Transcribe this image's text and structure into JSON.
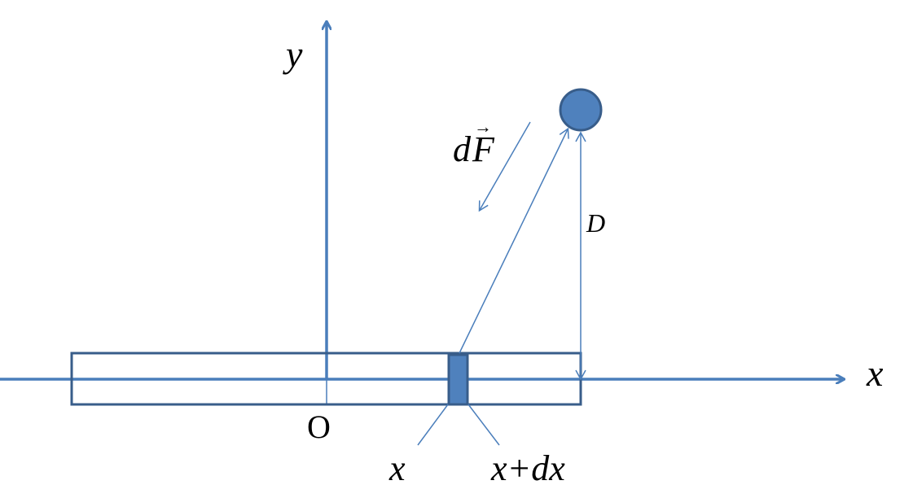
{
  "colors": {
    "axis": "#4A7EBB",
    "rod_outline": "#385D8A",
    "element_fill": "#4F81BD",
    "mass_fill": "#4F81BD",
    "mass_stroke": "#385D8A",
    "text": "#000000",
    "background": "#FFFFFF"
  },
  "labels": {
    "y_axis": "y",
    "x_axis": "x",
    "origin": "O",
    "force_d": "d",
    "force_F": "F",
    "force_vec": "→",
    "distance": "D",
    "element_left": "x",
    "element_right": "x+dx"
  }
}
